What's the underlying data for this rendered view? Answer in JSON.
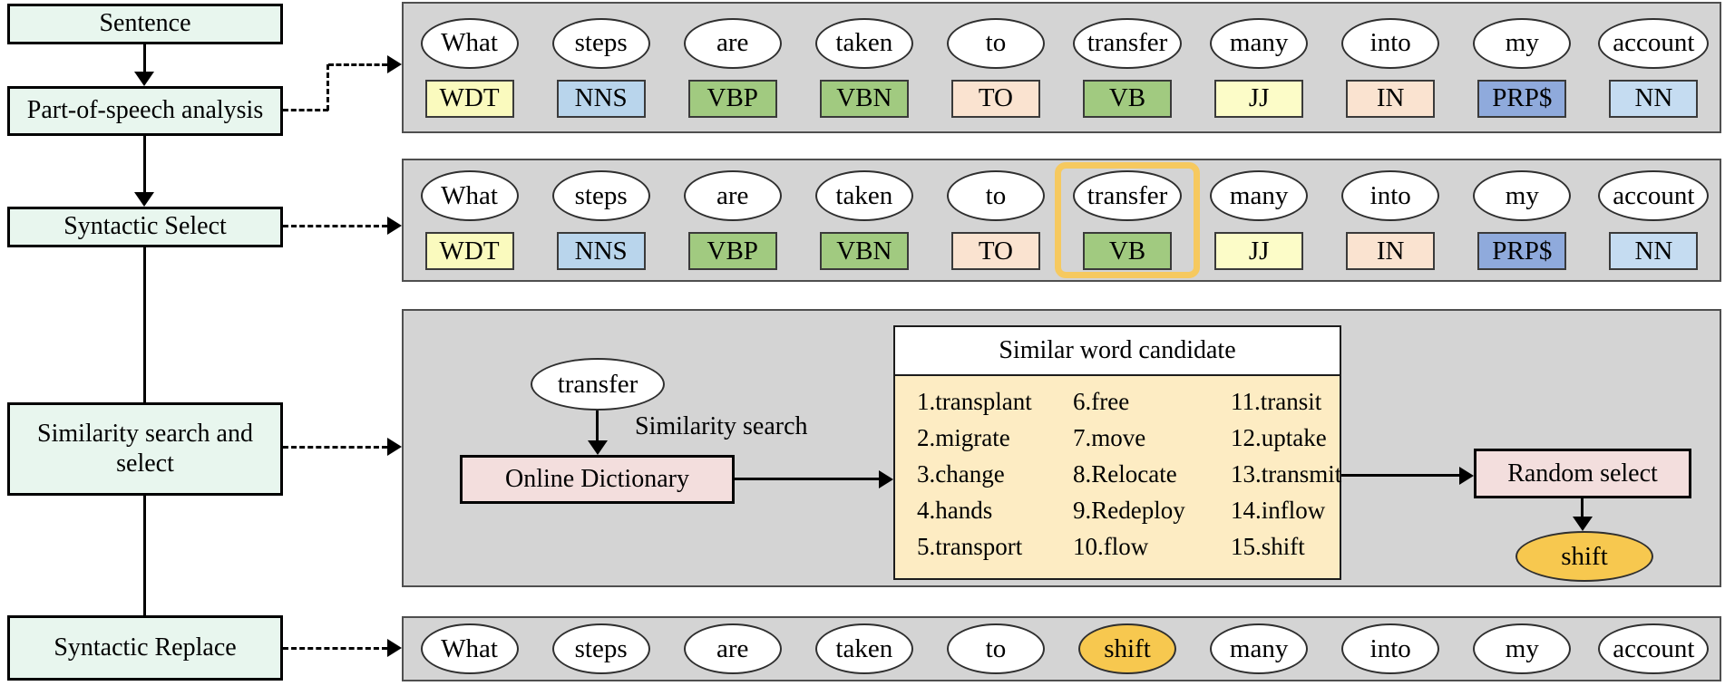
{
  "colors": {
    "panel_bg": "#d4d4d4",
    "flow_box_bg": "#e8f6ee",
    "highlight_border": "#f6c95f",
    "selected_fill": "#f7c84f",
    "process_box_bg": "#f3dedd",
    "table_body_bg": "#fdecc3",
    "tag_yellow": "#fafabe",
    "tag_blue": "#b9d5ec",
    "tag_green": "#a1ca80",
    "tag_peach": "#fae3d0",
    "tag_darkblue": "#8faadc"
  },
  "flow": {
    "steps": [
      "Sentence",
      "Part-of-speech analysis",
      "Syntactic Select",
      "Similarity search and select",
      "Syntactic Replace"
    ]
  },
  "tokens": [
    {
      "word": "What",
      "tag": "WDT",
      "tag_style": "background:#fafabe"
    },
    {
      "word": "steps",
      "tag": "NNS",
      "tag_style": "background:#b9d5ec"
    },
    {
      "word": "are",
      "tag": "VBP",
      "tag_style": "background:#a1ca80"
    },
    {
      "word": "taken",
      "tag": "VBN",
      "tag_style": "background:#a1ca80"
    },
    {
      "word": "to",
      "tag": "TO",
      "tag_style": "background:#fae3d0"
    },
    {
      "word": "transfer",
      "tag": "VB",
      "tag_style": "background:#a1ca80"
    },
    {
      "word": "many",
      "tag": "JJ",
      "tag_style": "background:#fcfcc8"
    },
    {
      "word": "into",
      "tag": "IN",
      "tag_style": "background:#fae3d0"
    },
    {
      "word": "my",
      "tag": "PRP$",
      "tag_style": "background:#8faadc"
    },
    {
      "word": "account",
      "tag": "NN",
      "tag_style": "background:#c5dcf1"
    }
  ],
  "similarity": {
    "source_word": "transfer",
    "search_label": "Similarity search",
    "dictionary_label": "Online Dictionary",
    "table_title": "Similar word candidate",
    "candidates": {
      "col1": [
        "1.transplant",
        "2.migrate",
        "3.change",
        "4.hands",
        "5.transport"
      ],
      "col2": [
        "6.free",
        "7.move",
        "8.Relocate",
        "9.Redeploy",
        "10.flow"
      ],
      "col3": [
        "11.transit",
        "12.uptake",
        "13.transmit",
        "14.inflow",
        "15.shift"
      ]
    },
    "random_label": "Random select",
    "selected_word": "shift"
  },
  "final_tokens": [
    "What",
    "steps",
    "are",
    "taken",
    "to",
    "shift",
    "many",
    "into",
    "my",
    "account"
  ]
}
